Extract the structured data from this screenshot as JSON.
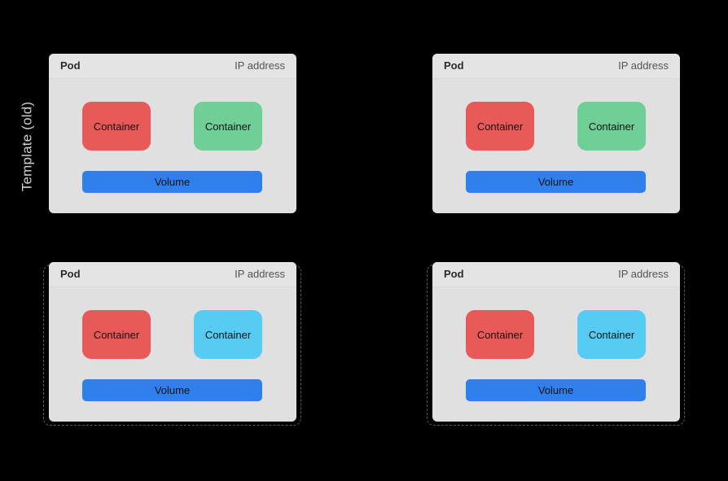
{
  "background_color": "#000000",
  "side_label": {
    "text": "Template  (old)",
    "color": "#d0d0d0",
    "orientation": "vertical-rotated-90ccw"
  },
  "palette": {
    "pod_background": "#e0e0e0",
    "pod_header_background": "#e4e4e4",
    "pod_title_color": "#2b2b2b",
    "pod_ip_color": "#545454",
    "container_red": "#e85a57",
    "container_green": "#6fcf97",
    "container_cyan": "#56ccf2",
    "volume_blue": "#2f80ed",
    "dashed_border": "#5a5a5a"
  },
  "labels": {
    "pod": "Pod",
    "ip_address": "IP address",
    "container": "Container",
    "volume": "Volume"
  },
  "pods": [
    {
      "id": "pod-top-left",
      "title": "Pod",
      "ip_address": "IP address",
      "dashed_border": false,
      "containers": [
        {
          "label": "Container",
          "color": "#e85a57",
          "color_name": "red"
        },
        {
          "label": "Container",
          "color": "#6fcf97",
          "color_name": "green"
        }
      ],
      "volume": {
        "label": "Volume",
        "color": "#2f80ed"
      }
    },
    {
      "id": "pod-top-right",
      "title": "Pod",
      "ip_address": "IP address",
      "dashed_border": false,
      "containers": [
        {
          "label": "Container",
          "color": "#e85a57",
          "color_name": "red"
        },
        {
          "label": "Container",
          "color": "#6fcf97",
          "color_name": "green"
        }
      ],
      "volume": {
        "label": "Volume",
        "color": "#2f80ed"
      }
    },
    {
      "id": "pod-bottom-left",
      "title": "Pod",
      "ip_address": "IP address",
      "dashed_border": true,
      "containers": [
        {
          "label": "Container",
          "color": "#e85a57",
          "color_name": "red"
        },
        {
          "label": "Container",
          "color": "#56ccf2",
          "color_name": "cyan"
        }
      ],
      "volume": {
        "label": "Volume",
        "color": "#2f80ed"
      }
    },
    {
      "id": "pod-bottom-right",
      "title": "Pod",
      "ip_address": "IP address",
      "dashed_border": true,
      "containers": [
        {
          "label": "Container",
          "color": "#e85a57",
          "color_name": "red"
        },
        {
          "label": "Container",
          "color": "#56ccf2",
          "color_name": "cyan"
        }
      ],
      "volume": {
        "label": "Volume",
        "color": "#2f80ed"
      }
    }
  ]
}
